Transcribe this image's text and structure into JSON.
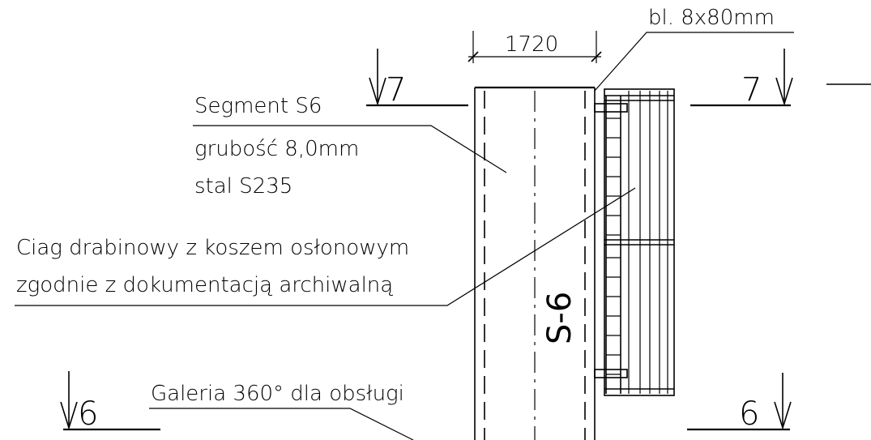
{
  "labels": {
    "plate": "bl. 8x80mm",
    "dimension": "1720",
    "segment_title": "Segment S6",
    "segment_thickness": "grubość 8,0mm",
    "segment_steel": "stal S235",
    "ladder_line1": "Ciag drabinowy z koszem osłonowym",
    "ladder_line2": "zgodnie z dokumentacją archiwalną",
    "gallery": "Galeria 360° dla obsługi",
    "segment_mark": "S-6"
  },
  "section_marks": {
    "top_left": "7",
    "top_right": "7",
    "bottom_left": "6",
    "bottom_right": "6"
  }
}
